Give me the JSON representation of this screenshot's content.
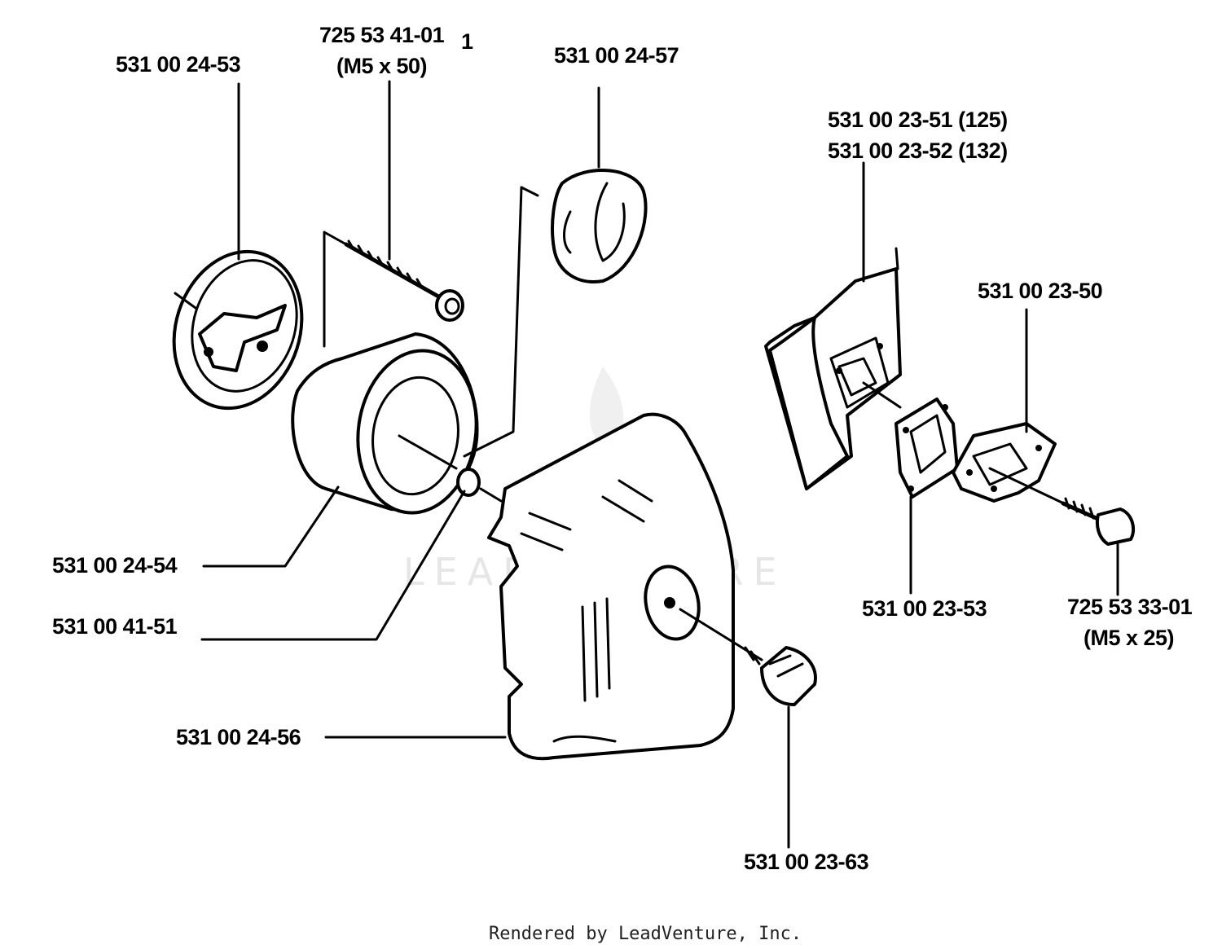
{
  "labels": {
    "clutch_drum_left": "531 00 24-53",
    "screw_top": "725 53 41-01",
    "screw_top_size": "(M5 x 50)",
    "mark_top": "1",
    "dome_top": "531 00 24-57",
    "plate_right_a": "531 00 23-51 (125)",
    "plate_right_b": "531 00 23-52 (132)",
    "flange_right": "531 00 23-50",
    "filter_cyl": "531 00 24-54",
    "washer": "531 00 41-51",
    "cover": "531 00 24-56",
    "gasket": "531 00 23-53",
    "screw_right": "725 53 33-01",
    "screw_right_size": "(M5 x 25)",
    "knob": "531 00 23-63"
  },
  "watermark": {
    "text": "LEADVENTURE"
  },
  "footer": {
    "text": "Rendered by LeadVenture, Inc."
  }
}
